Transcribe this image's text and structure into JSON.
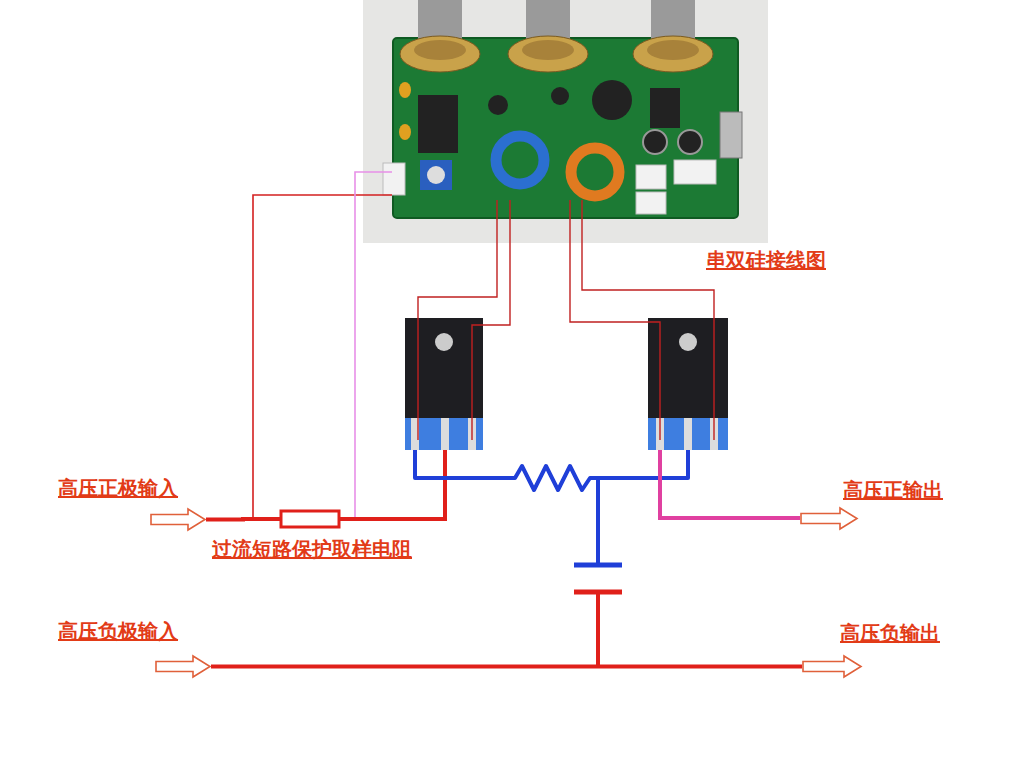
{
  "diagram": {
    "title": "串双硅接线图",
    "nodes": [
      {
        "text": [
          "高压正极输入"
        ]
      },
      {
        "text": [
          "过流短路保护取样电阻"
        ]
      },
      {
        "text": [
          "高压正输出"
        ]
      },
      {
        "text": [
          "高压负极输入"
        ]
      },
      {
        "text": [
          "高压负输出"
        ]
      }
    ],
    "edges": [
      {
        "from": 0,
        "to": 1,
        "arrow": "none"
      },
      {
        "from": 3,
        "to": 4,
        "arrow": "none"
      }
    ]
  }
}
